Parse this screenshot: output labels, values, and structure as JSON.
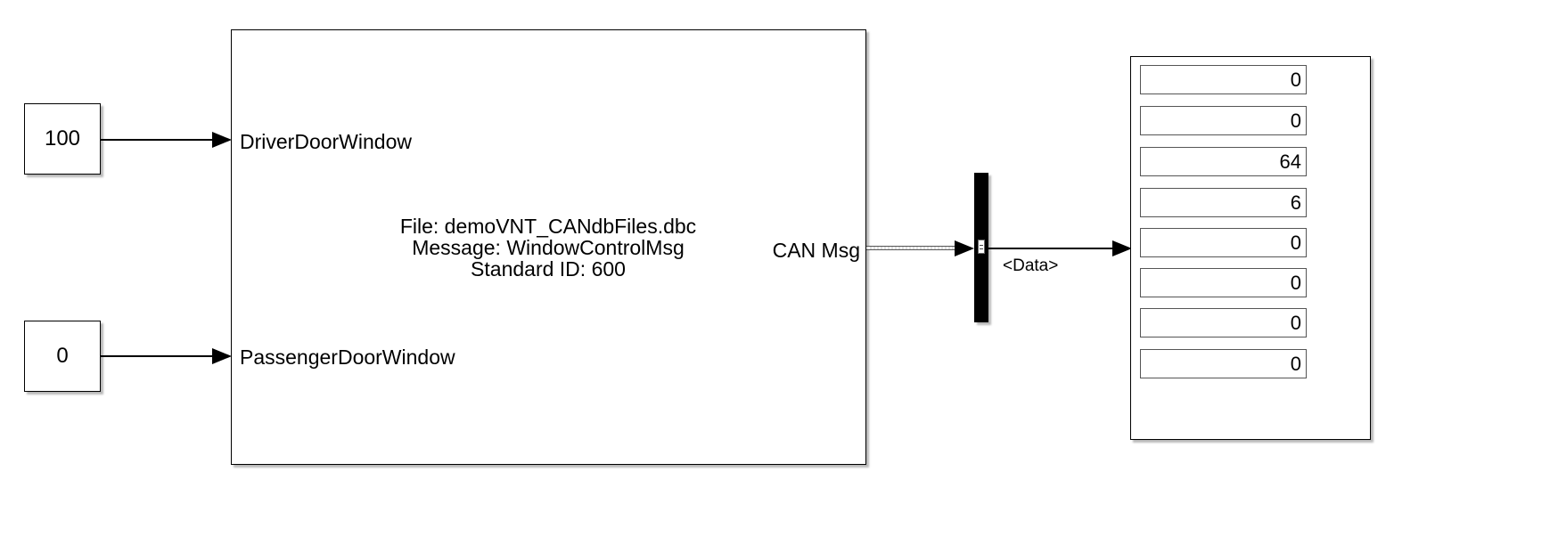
{
  "constants": {
    "driver_value": "100",
    "passenger_value": "0"
  },
  "pack_block": {
    "input_driver": "DriverDoorWindow",
    "input_passenger": "PassengerDoorWindow",
    "output_label": "CAN Msg",
    "file_line": "File: demoVNT_CANdbFiles.dbc",
    "message_line": "Message: WindowControlMsg",
    "id_line": "Standard ID: 600"
  },
  "bus_selector": {
    "signal_label": "<Data>"
  },
  "display": {
    "values": [
      "0",
      "0",
      "64",
      "6",
      "0",
      "0",
      "0",
      "0"
    ]
  }
}
